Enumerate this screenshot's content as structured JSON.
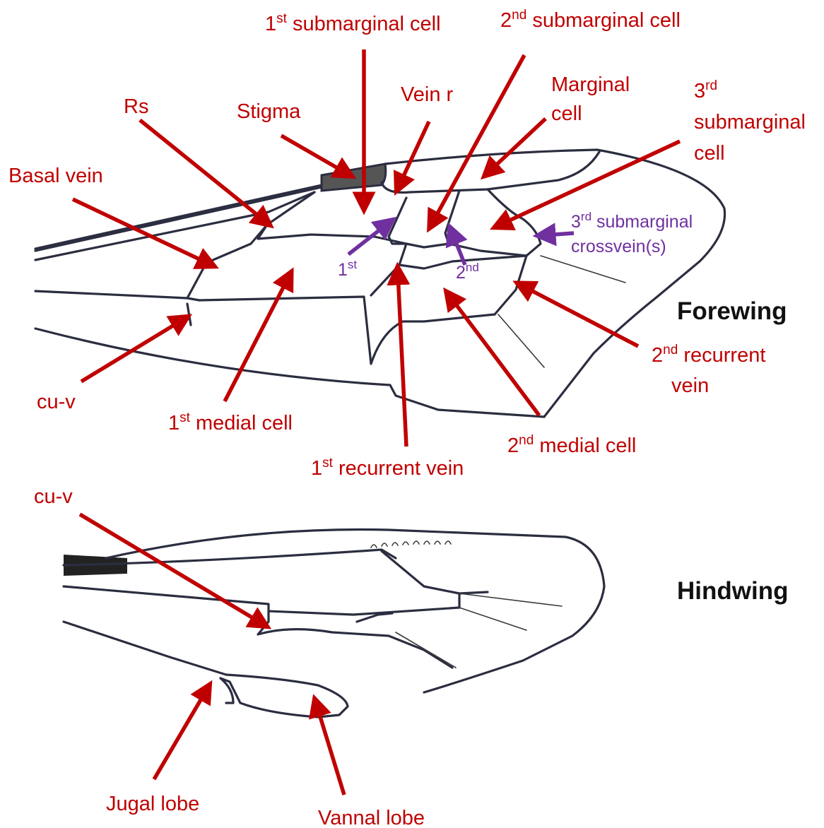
{
  "colors": {
    "label": "#c00000",
    "crossvein_label": "#7030a0",
    "vein": "#2b2d40",
    "stigma": "#555555"
  },
  "titles": {
    "forewing": "Forewing",
    "hindwing": "Hindwing"
  },
  "labels": {
    "submarginal1": {
      "sup": "st",
      "pre": "1",
      "text": " submarginal cell"
    },
    "submarginal2": {
      "sup": "nd",
      "pre": "2",
      "text": " submarginal cell"
    },
    "vein_r": "Vein r",
    "marginal_cell": [
      "Marginal",
      "cell"
    ],
    "submarginal3": {
      "pre": "3",
      "sup": "rd",
      "lines": [
        "submarginal",
        "cell"
      ]
    },
    "rs": "Rs",
    "stigma": "Stigma",
    "basal_vein": "Basal vein",
    "crossvein3": {
      "pre": "3",
      "sup": "rd",
      "text": " submarginal",
      "line2": "crossvein(s)"
    },
    "crossvein1": {
      "pre": "1",
      "sup": "st"
    },
    "crossvein2": {
      "pre": "2",
      "sup": "nd"
    },
    "recurrent2": {
      "pre": "2",
      "sup": "nd",
      "text": " recurrent",
      "line2": "vein"
    },
    "cuv_fore": "cu-v",
    "medial1": {
      "pre": "1",
      "sup": "st",
      "text": " medial cell"
    },
    "medial2": {
      "pre": "2",
      "sup": "nd",
      "text": " medial cell"
    },
    "recurrent1": {
      "pre": "1",
      "sup": "st",
      "text": " recurrent vein"
    },
    "cuv_hind": "cu-v",
    "jugal_lobe": "Jugal lobe",
    "vannal_lobe": "Vannal lobe"
  }
}
